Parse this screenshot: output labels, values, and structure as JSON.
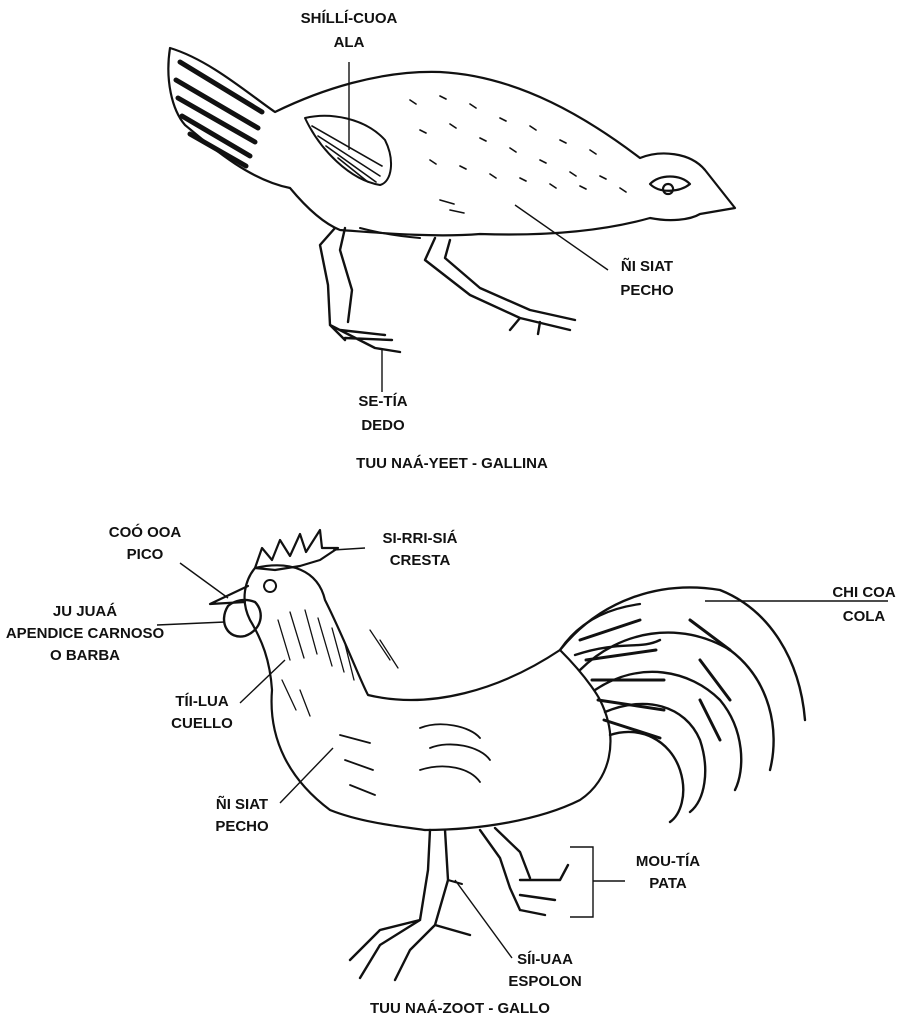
{
  "hen": {
    "caption": "TUU NAÁ-YEET - GALLINA",
    "labels": {
      "wing": {
        "native": "SHÍLLÍ-CUOA",
        "spanish": "ALA"
      },
      "chest": {
        "native": "ÑI SIAT",
        "spanish": "PECHO"
      },
      "toe": {
        "native": "SE-TÍA",
        "spanish": "DEDO"
      }
    }
  },
  "rooster": {
    "caption": "TUU NAÁ-ZOOT - GALLO",
    "labels": {
      "beak": {
        "native": "COÓ OOA",
        "spanish": "PICO"
      },
      "comb": {
        "native": "SI-RRI-SIÁ",
        "spanish": "CRESTA"
      },
      "wattle": {
        "native": "JU JUAÁ",
        "spanish": "APENDICE CARNOSO",
        "spanish2": "O BARBA"
      },
      "tail": {
        "native": "CHI COA",
        "spanish": "COLA"
      },
      "neck": {
        "native": "TÍI-LUA",
        "spanish": "CUELLO"
      },
      "chest": {
        "native": "ÑI SIAT",
        "spanish": "PECHO"
      },
      "leg": {
        "native": "MOU-TÍA",
        "spanish": "PATA"
      },
      "spur": {
        "native": "SÍI-UAA",
        "spanish": "ESPOLON"
      }
    }
  }
}
